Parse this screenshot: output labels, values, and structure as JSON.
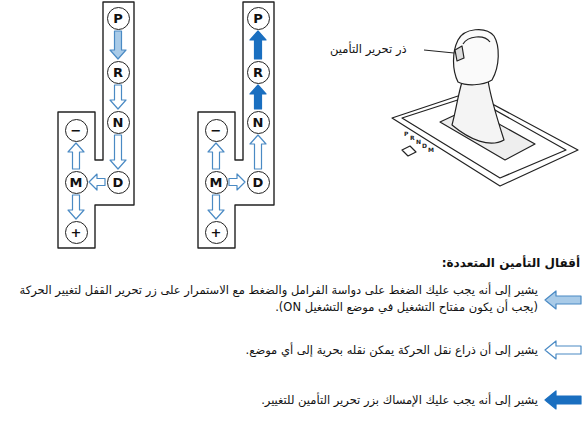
{
  "diagram": {
    "title": "أقفال التأمين المتعددة:",
    "nodes": [
      {
        "text": [
          "P"
        ]
      },
      {
        "text": [
          "R"
        ]
      },
      {
        "text": [
          "N"
        ]
      },
      {
        "text": [
          "−"
        ]
      },
      {
        "text": [
          "M"
        ]
      },
      {
        "text": [
          "D"
        ]
      },
      {
        "text": [
          "+"
        ]
      },
      {
        "text": [
          "P"
        ]
      },
      {
        "text": [
          "R"
        ]
      },
      {
        "text": [
          "N"
        ]
      },
      {
        "text": [
          "−"
        ]
      },
      {
        "text": [
          "M"
        ]
      },
      {
        "text": [
          "D"
        ]
      },
      {
        "text": [
          "+"
        ]
      }
    ],
    "edges": [
      {
        "from": 0,
        "to": 1,
        "arrow": "to"
      },
      {
        "from": 1,
        "to": 2,
        "arrow": "to"
      },
      {
        "from": 2,
        "to": 5,
        "arrow": "to"
      },
      {
        "from": 5,
        "to": 4,
        "arrow": "to"
      },
      {
        "from": 4,
        "to": 3,
        "arrow": "to"
      },
      {
        "from": 4,
        "to": 6,
        "arrow": "to"
      },
      {
        "from": 12,
        "to": 9,
        "arrow": "to"
      },
      {
        "from": 9,
        "to": 8,
        "arrow": "to"
      },
      {
        "from": 8,
        "to": 7,
        "arrow": "to"
      },
      {
        "from": 11,
        "to": 12,
        "arrow": "to"
      },
      {
        "from": 11,
        "to": 10,
        "arrow": "to"
      },
      {
        "from": 11,
        "to": 13,
        "arrow": "to"
      }
    ],
    "labels": [
      "ذر تحرير التأمين",
      "P",
      "R",
      "N",
      "D",
      "M"
    ],
    "legend": [
      {
        "text": "يشير إلى أنه يجب عليك الضغط على دواسة الفرامل والضغط مع الاستمرار على زر تحرير القفل لتغيير الحركة (يجب أن يكون مفتاح التشغيل في موضع التشغيل ON)."
      },
      {
        "text": "يشير إلى أن ذراع نقل الحركة يمكن نقله بحرية إلى أي موضع."
      },
      {
        "text": "يشير إلى أنه يجب عليك الإمساك بزر تحرير التأمين للتغيير."
      }
    ]
  }
}
